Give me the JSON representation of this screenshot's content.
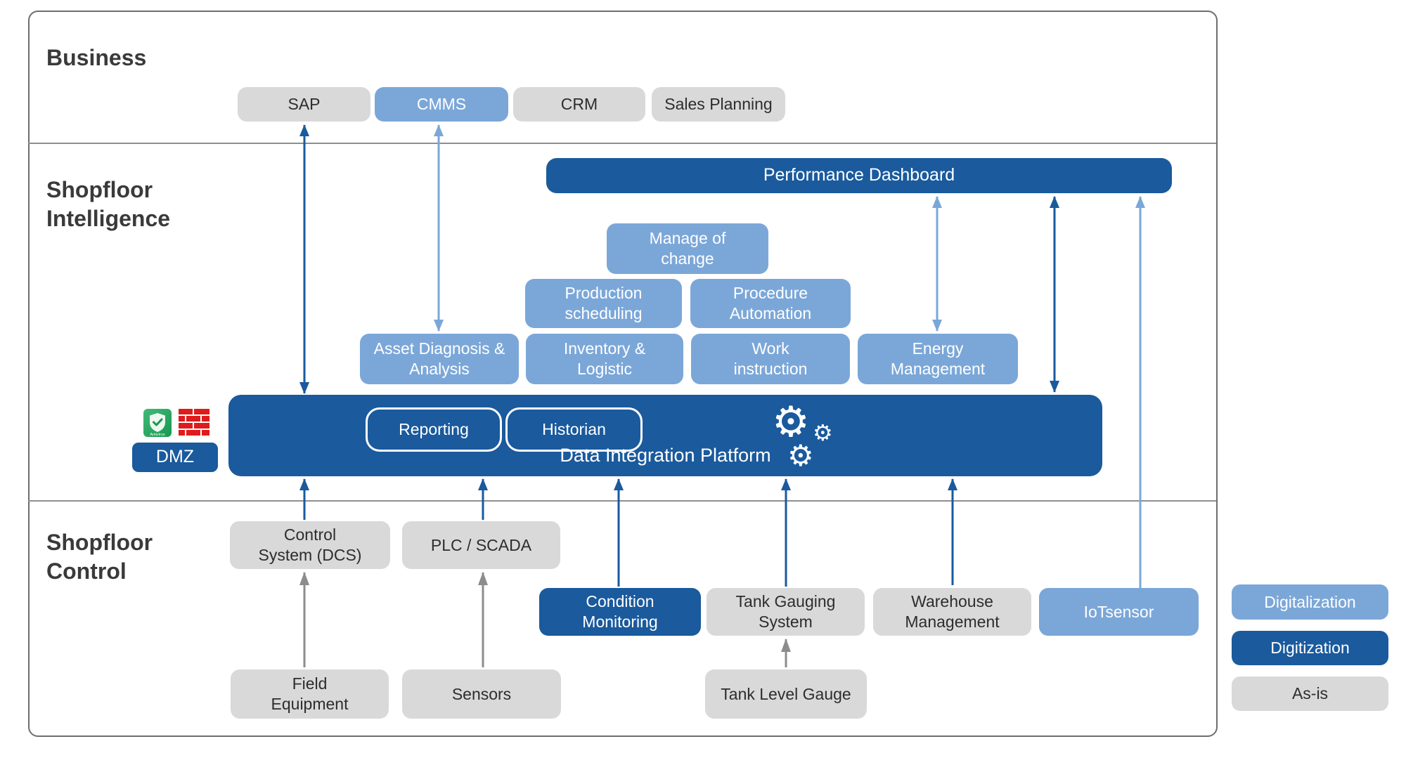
{
  "colors": {
    "digitalization_light_blue": "#7ba7d8",
    "digitization_dark_blue": "#1a5a9d",
    "as_is_gray": "#d9d9d9",
    "arrow_gray": "#8c8c8c",
    "frame_border": "#6e6e6e",
    "heading_text": "#3a3a3a",
    "firewall_red": "#e01b1b",
    "antivirus_green": "#1f9e52"
  },
  "sections": {
    "business": "Business",
    "intelligence": "Shopfloor\nIntelligence",
    "control": "Shopfloor\nControl"
  },
  "business": {
    "sap": "SAP",
    "cmms": "CMMS",
    "crm": "CRM",
    "sales_planning": "Sales Planning"
  },
  "intelligence": {
    "performance_dashboard": "Performance Dashboard",
    "manage_of_change": "Manage of\nchange",
    "production_scheduling": "Production\nscheduling",
    "procedure_automation": "Procedure\nAutomation",
    "asset_diagnosis": "Asset Diagnosis &\nAnalysis",
    "inventory_logistic": "Inventory &\nLogistic",
    "work_instruction": "Work\ninstruction",
    "energy_management": "Energy\nManagement",
    "data_integration_platform": "Data Integration Platform",
    "reporting": "Reporting",
    "historian": "Historian",
    "dmz": "DMZ",
    "antivirus_label": "Antivirus"
  },
  "control": {
    "control_system_dcs": "Control\nSystem (DCS)",
    "plc_scada": "PLC / SCADA",
    "condition_monitoring": "Condition\nMonitoring",
    "tank_gauging_system": "Tank Gauging\nSystem",
    "warehouse_management": "Warehouse\nManagement",
    "iot_sensor": "IoTsensor",
    "field_equipment": "Field\nEquipment",
    "sensors": "Sensors",
    "tank_level_gauge": "Tank Level Gauge"
  },
  "legend": {
    "items": [
      {
        "label": "Digitalization",
        "style": "digitalization"
      },
      {
        "label": "Digitization",
        "style": "digitization"
      },
      {
        "label": "As-is",
        "style": "as-is"
      }
    ]
  }
}
